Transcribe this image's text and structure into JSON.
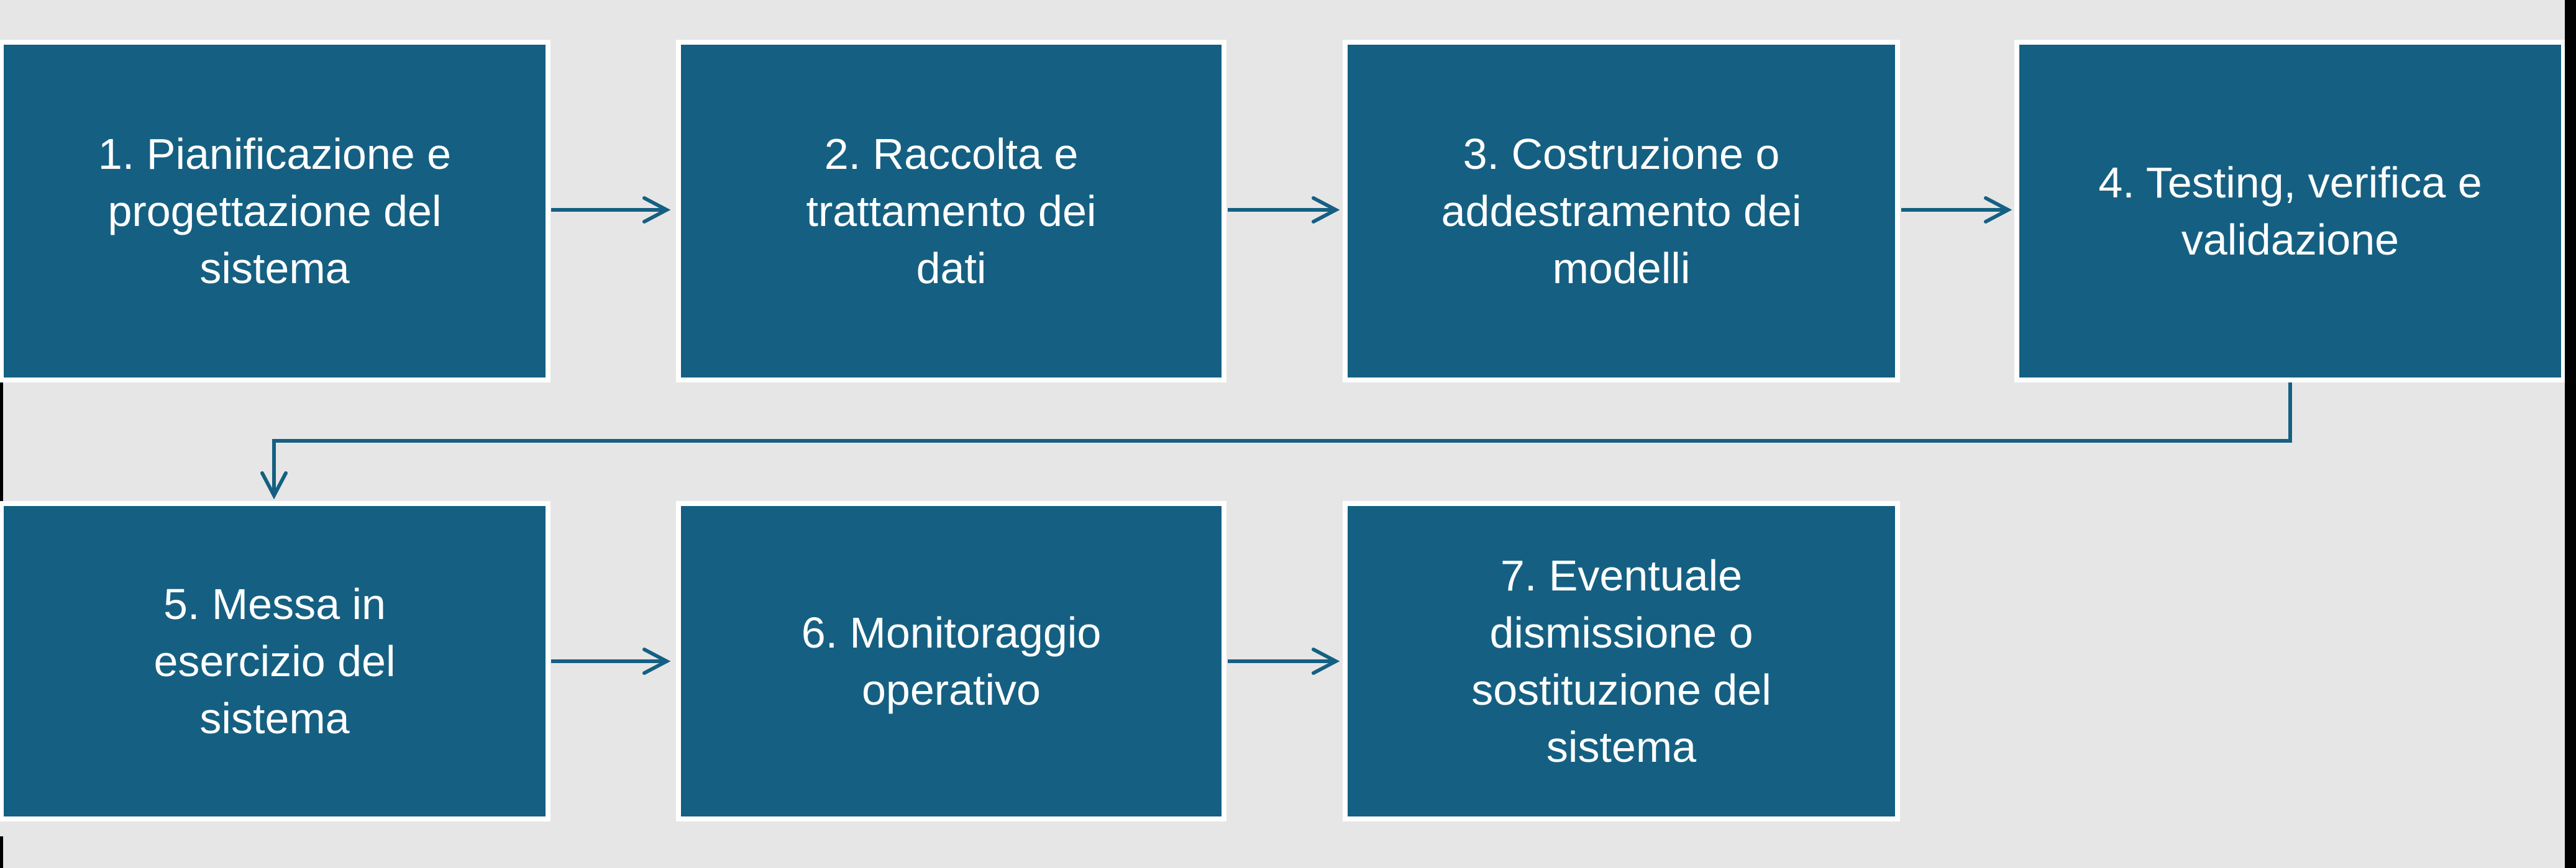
{
  "colors": {
    "background": "#E7E6E6",
    "box_fill": "#156082",
    "box_border": "#FFFFFF",
    "box_text": "#FFFFFF",
    "connector": "#156082",
    "edge_artifact_lines": "#000000"
  },
  "diagram": {
    "type": "flowchart",
    "rows": 2,
    "steps": [
      {
        "id": "1",
        "row": 1,
        "label": "1. Pianificazione e\nprogettazione del\nsistema"
      },
      {
        "id": "2",
        "row": 1,
        "label": "2. Raccolta e\ntrattamento dei\ndati"
      },
      {
        "id": "3",
        "row": 1,
        "label": "3. Costruzione o\naddestramento dei\nmodelli"
      },
      {
        "id": "4",
        "row": 1,
        "label": "4. Testing, verifica e\nvalidazione"
      },
      {
        "id": "5",
        "row": 2,
        "label": "5. Messa in\nesercizio del\nsistema"
      },
      {
        "id": "6",
        "row": 2,
        "label": "6. Monitoraggio\noperativo"
      },
      {
        "id": "7",
        "row": 2,
        "label": "7. Eventuale\ndismissione o\nsostituzione del\nsistema"
      }
    ],
    "connectors": [
      {
        "from": "1",
        "to": "2",
        "style": "straight-arrow"
      },
      {
        "from": "2",
        "to": "3",
        "style": "straight-arrow"
      },
      {
        "from": "3",
        "to": "4",
        "style": "straight-arrow"
      },
      {
        "from": "4",
        "to": "5",
        "style": "elbow-arrow"
      },
      {
        "from": "5",
        "to": "6",
        "style": "straight-arrow"
      },
      {
        "from": "6",
        "to": "7",
        "style": "straight-arrow"
      }
    ]
  }
}
